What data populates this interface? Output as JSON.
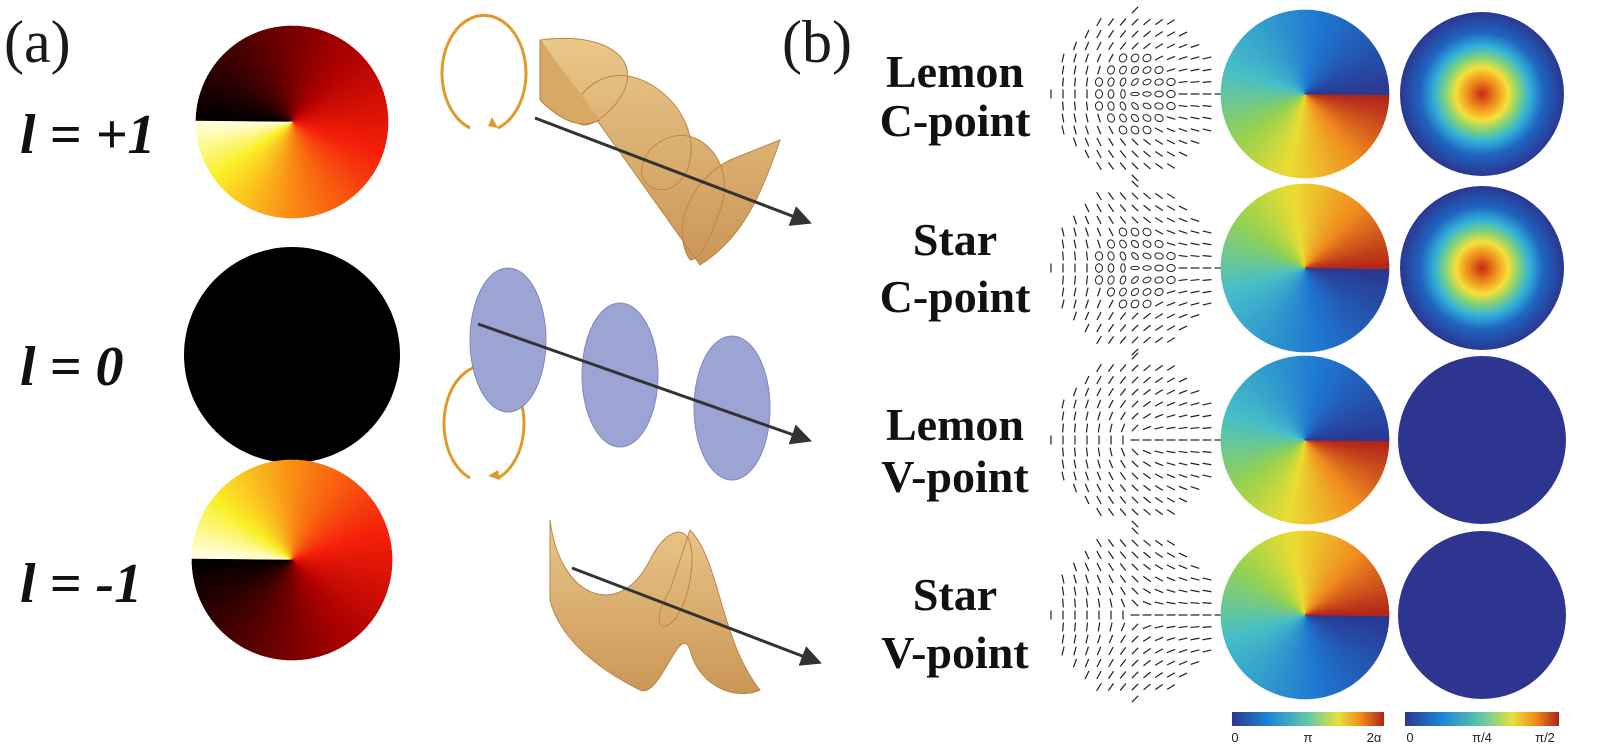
{
  "panel_a": {
    "label": "(a)",
    "rows": [
      {
        "label": "l = +1",
        "charge": 1
      },
      {
        "label": "l = 0",
        "charge": 0
      },
      {
        "label": "l = -1",
        "charge": -1
      }
    ]
  },
  "panel_b": {
    "label": "(b)",
    "rows": [
      {
        "line1": "Lemon",
        "line2": "C-point",
        "has_intensity_peak": true
      },
      {
        "line1": "Star",
        "line2": "C-point",
        "has_intensity_peak": true
      },
      {
        "line1": "Lemon",
        "line2": "V-point",
        "has_intensity_peak": false
      },
      {
        "line1": "Star",
        "line2": "V-point",
        "has_intensity_peak": false
      }
    ],
    "colorbar_phase": {
      "ticks": [
        "0",
        "π",
        "2α"
      ]
    },
    "colorbar_ellipticity": {
      "ticks": [
        "0",
        "π/4",
        "π/2"
      ]
    }
  },
  "colors": {
    "helix": "#dcae6a",
    "plane_wave": "#9ca4d4",
    "arrow": "#333333",
    "uniform_disk": "#2d3590"
  }
}
